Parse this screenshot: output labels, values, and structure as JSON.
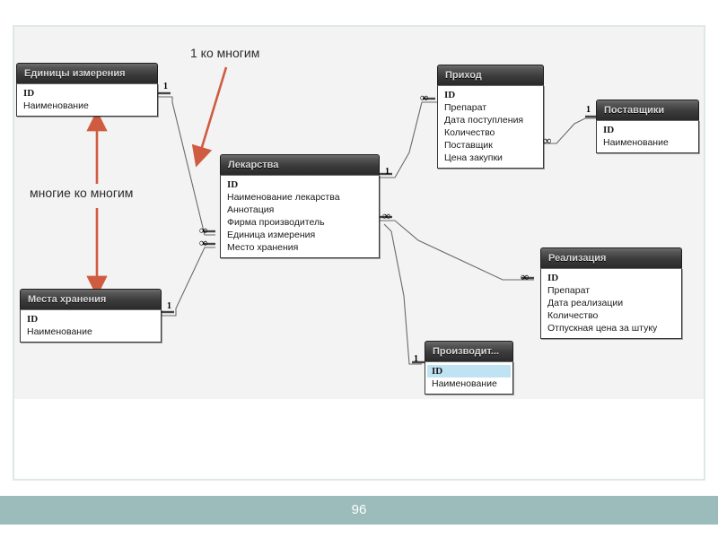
{
  "slide": {
    "page_number": "96",
    "footer_color": "#9cbcbb",
    "canvas_color": "#f3f3f3",
    "accent_color": "#cf5c40"
  },
  "annotations": [
    {
      "name": "one-to-many",
      "text": "1 ко многим"
    },
    {
      "name": "many-to-many",
      "text": "многие ко многим"
    }
  ],
  "tables": [
    {
      "id": "edinicy",
      "title": "Единицы измерения",
      "fields": [
        "ID",
        "Наименование"
      ]
    },
    {
      "id": "lekarstva",
      "title": "Лекарства",
      "fields": [
        "ID",
        "Наименование лекарства",
        "Аннотация",
        "Фирма производитель",
        "Единица измерения",
        "Место хранения"
      ]
    },
    {
      "id": "prihod",
      "title": "Приход",
      "fields": [
        "ID",
        "Препарат",
        "Дата поступления",
        "Количество",
        "Поставщик",
        "Цена закупки"
      ]
    },
    {
      "id": "postavshiki",
      "title": "Поставщики",
      "fields": [
        "ID",
        "Наименование"
      ]
    },
    {
      "id": "realizaciya",
      "title": "Реализация",
      "fields": [
        "ID",
        "Препарат",
        "Дата реализации",
        "Количество",
        "Отпускная цена за штуку"
      ]
    },
    {
      "id": "mesta",
      "title": "Места хранения",
      "fields": [
        "ID",
        "Наименование"
      ]
    },
    {
      "id": "proizvoditeli",
      "title": "Производит...",
      "fields": [
        "ID",
        "Наименование"
      ]
    }
  ],
  "cardinalities": {
    "edinicy_one": "1",
    "lekarstva_inf_top": "∞",
    "lekarstva_inf_bottom": "∞",
    "lekarstva_one_right": "1",
    "lekarstva_inf_right": "∞",
    "prihod_inf_left": "∞",
    "prihod_inf_right": "∞",
    "postavshiki_one": "1",
    "realizaciya_inf": "∞",
    "mesta_one": "1",
    "proizvoditeli_one": "1"
  }
}
